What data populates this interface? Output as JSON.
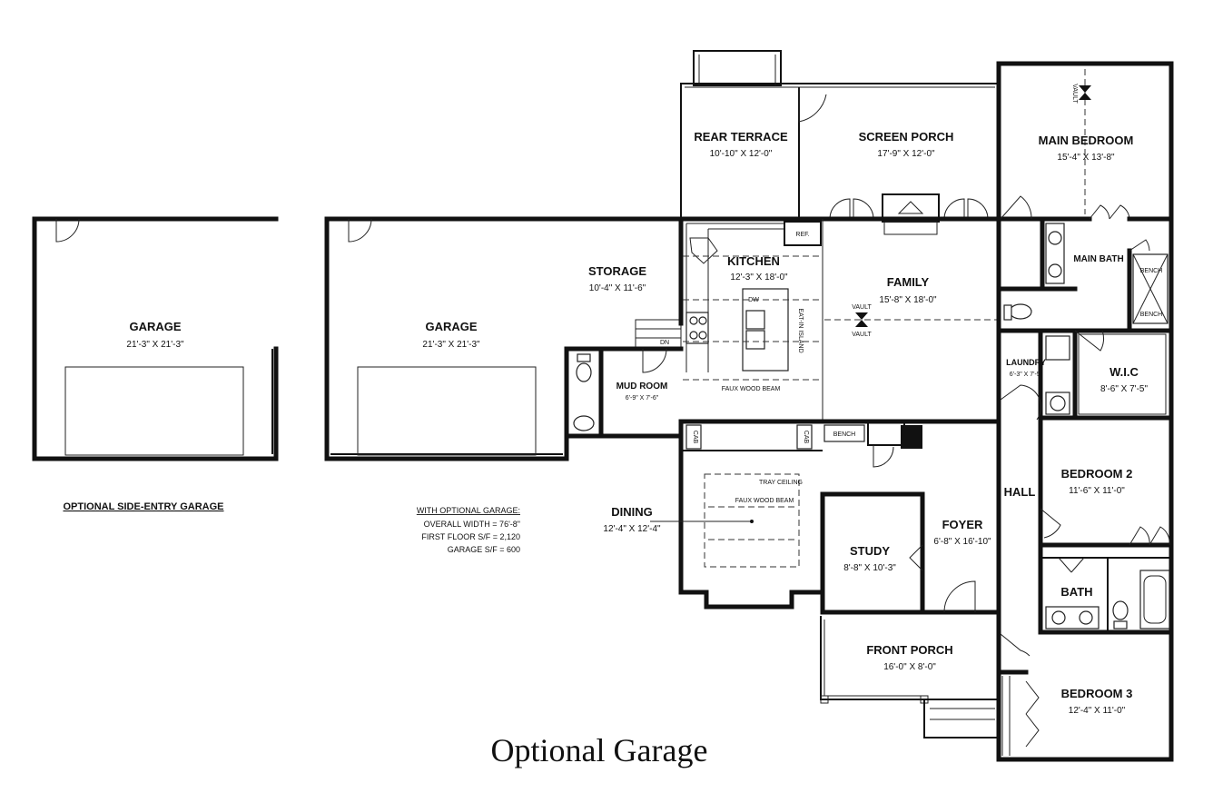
{
  "caption": "Optional Garage",
  "optional_label": "OPTIONAL SIDE-ENTRY GARAGE",
  "garage_note": {
    "heading": "WITH OPTIONAL GARAGE:",
    "lines": [
      "OVERALL WIDTH = 76'-8\"",
      "FIRST FLOOR S/F = 2,120",
      "GARAGE S/F = 600"
    ]
  },
  "rooms": {
    "side_garage": {
      "name": "GARAGE",
      "dim": "21'-3\" X 21'-3\""
    },
    "garage": {
      "name": "GARAGE",
      "dim": "21'-3\" X 21'-3\""
    },
    "storage": {
      "name": "STORAGE",
      "dim": "10'-4\" X 11'-6\""
    },
    "rear_terrace": {
      "name": "REAR TERRACE",
      "dim": "10'-10\" X 12'-0\""
    },
    "screen_porch": {
      "name": "SCREEN PORCH",
      "dim": "17'-9\" X 12'-0\""
    },
    "main_bedroom": {
      "name": "MAIN BEDROOM",
      "dim": "15'-4\" X 13'-8\""
    },
    "kitchen": {
      "name": "KITCHEN",
      "dim": "12'-3\" X 18'-0\""
    },
    "family": {
      "name": "FAMILY",
      "dim": "15'-8\" X 18'-0\""
    },
    "main_bath": {
      "name": "MAIN BATH"
    },
    "mud_room": {
      "name": "MUD ROOM",
      "dim": "6'-9\" X 7'-6\""
    },
    "laundry": {
      "name": "LAUNDRY",
      "dim": "6'-3\" X 7'-5\""
    },
    "wic": {
      "name": "W.I.C",
      "dim": "8'-6\" X 7'-5\""
    },
    "dining": {
      "name": "DINING",
      "dim": "12'-4\" X 12'-4\""
    },
    "bedroom2": {
      "name": "BEDROOM 2",
      "dim": "11'-6\" X 11'-0\""
    },
    "hall": {
      "name": "HALL"
    },
    "foyer": {
      "name": "FOYER",
      "dim": "6'-8\" X 16'-10\""
    },
    "study": {
      "name": "STUDY",
      "dim": "8'-8\" X 10'-3\""
    },
    "bath": {
      "name": "BATH"
    },
    "front_porch": {
      "name": "FRONT PORCH",
      "dim": "16'-0\" X 8'-0\""
    },
    "bedroom3": {
      "name": "BEDROOM 3",
      "dim": "12'-4\" X 11'-0\""
    }
  },
  "labels": {
    "vault": "VAULT",
    "ref": "REF.",
    "faux_beam": "FAUX WOOD BEAM",
    "tray_ceiling": "TRAY CEILING",
    "bench": "BENCH",
    "dw": "DW",
    "bar": "EAT-IN ISLAND",
    "cabinet": "CAB",
    "dn": "DN"
  }
}
